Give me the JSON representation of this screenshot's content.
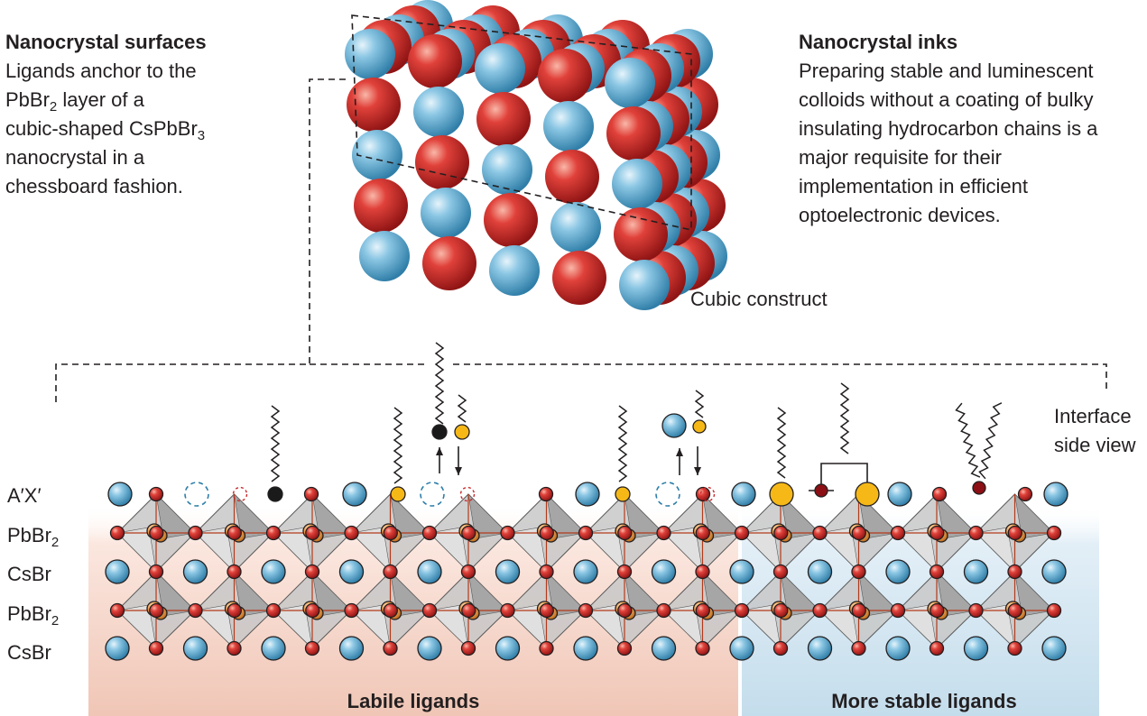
{
  "left_panel": {
    "heading": "Nanocrystal surfaces",
    "lines": [
      "Ligands anchor to the",
      "PbBr",
      " layer of a",
      "cubic-shaped CsPbBr",
      "nanocrystal in a",
      "chessboard fashion."
    ],
    "sub_2": "2",
    "sub_3": "3"
  },
  "right_panel": {
    "heading": "Nanocrystal inks",
    "lines": [
      "Preparing stable and luminescent",
      "colloids without a coating of bulky",
      "insulating hydrocarbon chains is a",
      "major requisite for their",
      "implementation in efficient",
      "optoelectronic devices."
    ]
  },
  "cube_label": "Cubic construct",
  "interface_label": [
    "Interface",
    "side view"
  ],
  "layers": [
    {
      "base": "A′X′",
      "sub": ""
    },
    {
      "base": "PbBr",
      "sub": "2"
    },
    {
      "base": "CsBr",
      "sub": ""
    },
    {
      "base": "PbBr",
      "sub": "2"
    },
    {
      "base": "CsBr",
      "sub": ""
    }
  ],
  "bands": {
    "labile": "Labile ligands",
    "stable": "More stable ligands"
  },
  "colors": {
    "cs_blue": "#5aa9d1",
    "br_red": "#d8312c",
    "pb_orange": "#f0a050",
    "ligand_yellow": "#f5b817",
    "ligand_black": "#1a1a1a",
    "ligand_darkred": "#8b0f14",
    "labile_band": "#f0c9bb",
    "stable_band": "#c7dfee"
  }
}
